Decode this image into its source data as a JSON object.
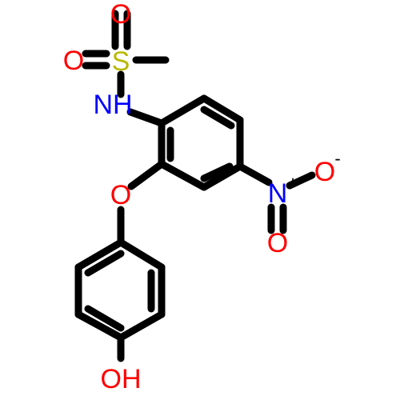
{
  "molecule": {
    "atoms": {
      "sulfur": "S",
      "oxygen_top": "O",
      "oxygen_left": "O",
      "nitrogen_amide": "NH",
      "ether_oxygen": "O",
      "nitro_n": "N",
      "nitro_n_charge": "+",
      "nitro_o_minus": "O",
      "nitro_o_minus_charge": "-",
      "nitro_o_double": "O",
      "hydroxyl": "OH"
    },
    "colors": {
      "bond": "#000000",
      "sulfur": "#b9b900",
      "oxygen": "#ff0000",
      "nitrogen": "#0000ff"
    }
  }
}
